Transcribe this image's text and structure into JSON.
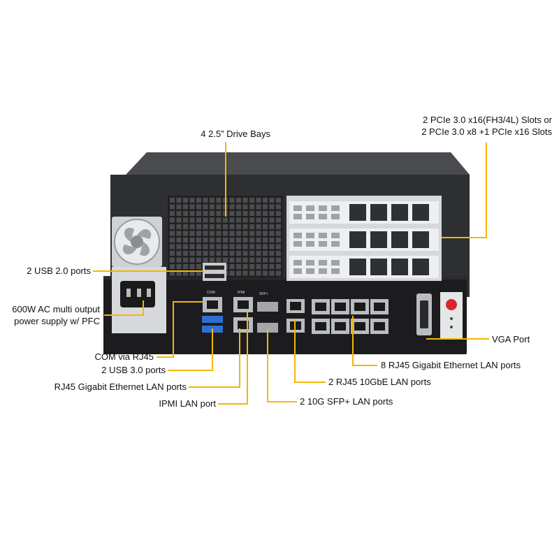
{
  "colors": {
    "callout_line": "#f2b705",
    "chassis": "#2e2f31",
    "panel": "#1c1c1e",
    "port_metal": "#b9bcc0",
    "usb3_blue": "#2d6fd6",
    "power_button": "#d9262a"
  },
  "icons": [
    "fan-icon",
    "power-inlet-icon",
    "vga-connector-icon",
    "power-button-icon"
  ],
  "callouts": {
    "drive_bays": "4 2.5” Drive Bays",
    "pcie_line1": "2 PCIe 3.0 x16(FH3/4L) Slots or",
    "pcie_line2": "2 PCIe 3.0 x8 +1 PCIe x16 Slots",
    "usb2": "2 USB 2.0 ports",
    "psu_line1": "600W AC multi output",
    "psu_line2": "power supply w/ PFC",
    "vga": "VGA Port",
    "com": "COM via RJ45",
    "usb3": "2 USB 3.0 ports",
    "rj45_gbe": "RJ45 Gigabit Ethernet LAN ports",
    "ipmi": "IPMI LAN port",
    "rj45_8": "8 RJ45 Gigabit Ethernet LAN ports",
    "rj45_10g": "2 RJ45 10GbE LAN ports",
    "sfp": "2 10G SFP+ LAN ports"
  },
  "panel_labels": {
    "com": "COM",
    "ipmi": "IPMI",
    "sfp": "SFP+"
  }
}
